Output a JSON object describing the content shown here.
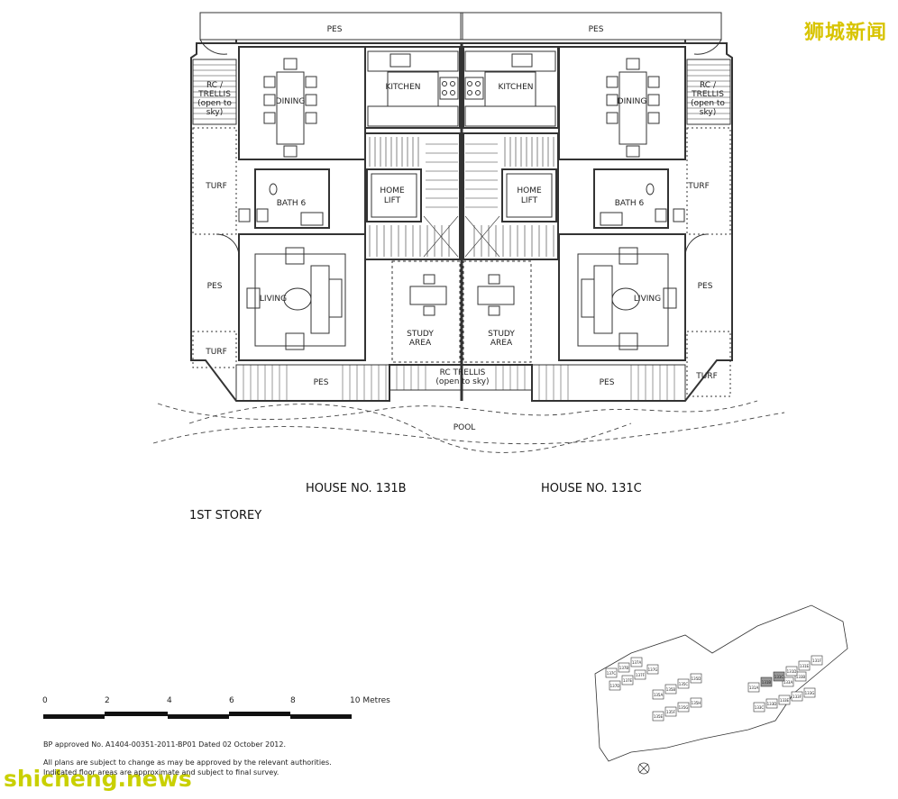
{
  "watermark_top": "狮城新闻",
  "watermark_bottom": "shicheng.news",
  "plan": {
    "rooms": {
      "pes_top": "PES",
      "kitchen": "KITCHEN",
      "dining": "DINING",
      "trellis_l1": "RC /",
      "trellis_l2": "TRELLIS",
      "trellis_l3": "(open to",
      "trellis_l4": "sky)",
      "turf": "TURF",
      "bath": "BATH 6",
      "home_lift_1": "HOME",
      "home_lift_2": "LIFT",
      "pes_side": "PES",
      "living": "LIVING",
      "study_1": "STUDY",
      "study_2": "AREA",
      "pes_bottom": "PES",
      "rc_trellis_1": "RC TRELLIS",
      "rc_trellis_2": "(open to sky)",
      "pool": "POOL"
    },
    "house_left": "HOUSE NO. 131B",
    "house_right": "HOUSE NO. 131C",
    "storey": "1ST STOREY"
  },
  "scale": {
    "ticks": [
      "0",
      "2",
      "4",
      "6",
      "8",
      "10 Metres"
    ]
  },
  "notes": {
    "approval": "BP approved No. A1404-00351-2011-BP01 Dated 02 October 2012.",
    "line1": "All plans are subject to change as may be approved by  the relevant authorities.",
    "line2": "Indicated floor areas are approximate and subject to final survey."
  },
  "keyplan": {
    "units": [
      "137C",
      "137B",
      "137A",
      "137D",
      "137E",
      "137F",
      "137G",
      "135A",
      "135B",
      "135C",
      "135D",
      "135E",
      "135F",
      "135G",
      "135H",
      "133A",
      "133B",
      "133C",
      "133D",
      "133E",
      "133F",
      "133G",
      "131A",
      "131B",
      "131C",
      "131D",
      "131E",
      "131F"
    ]
  }
}
